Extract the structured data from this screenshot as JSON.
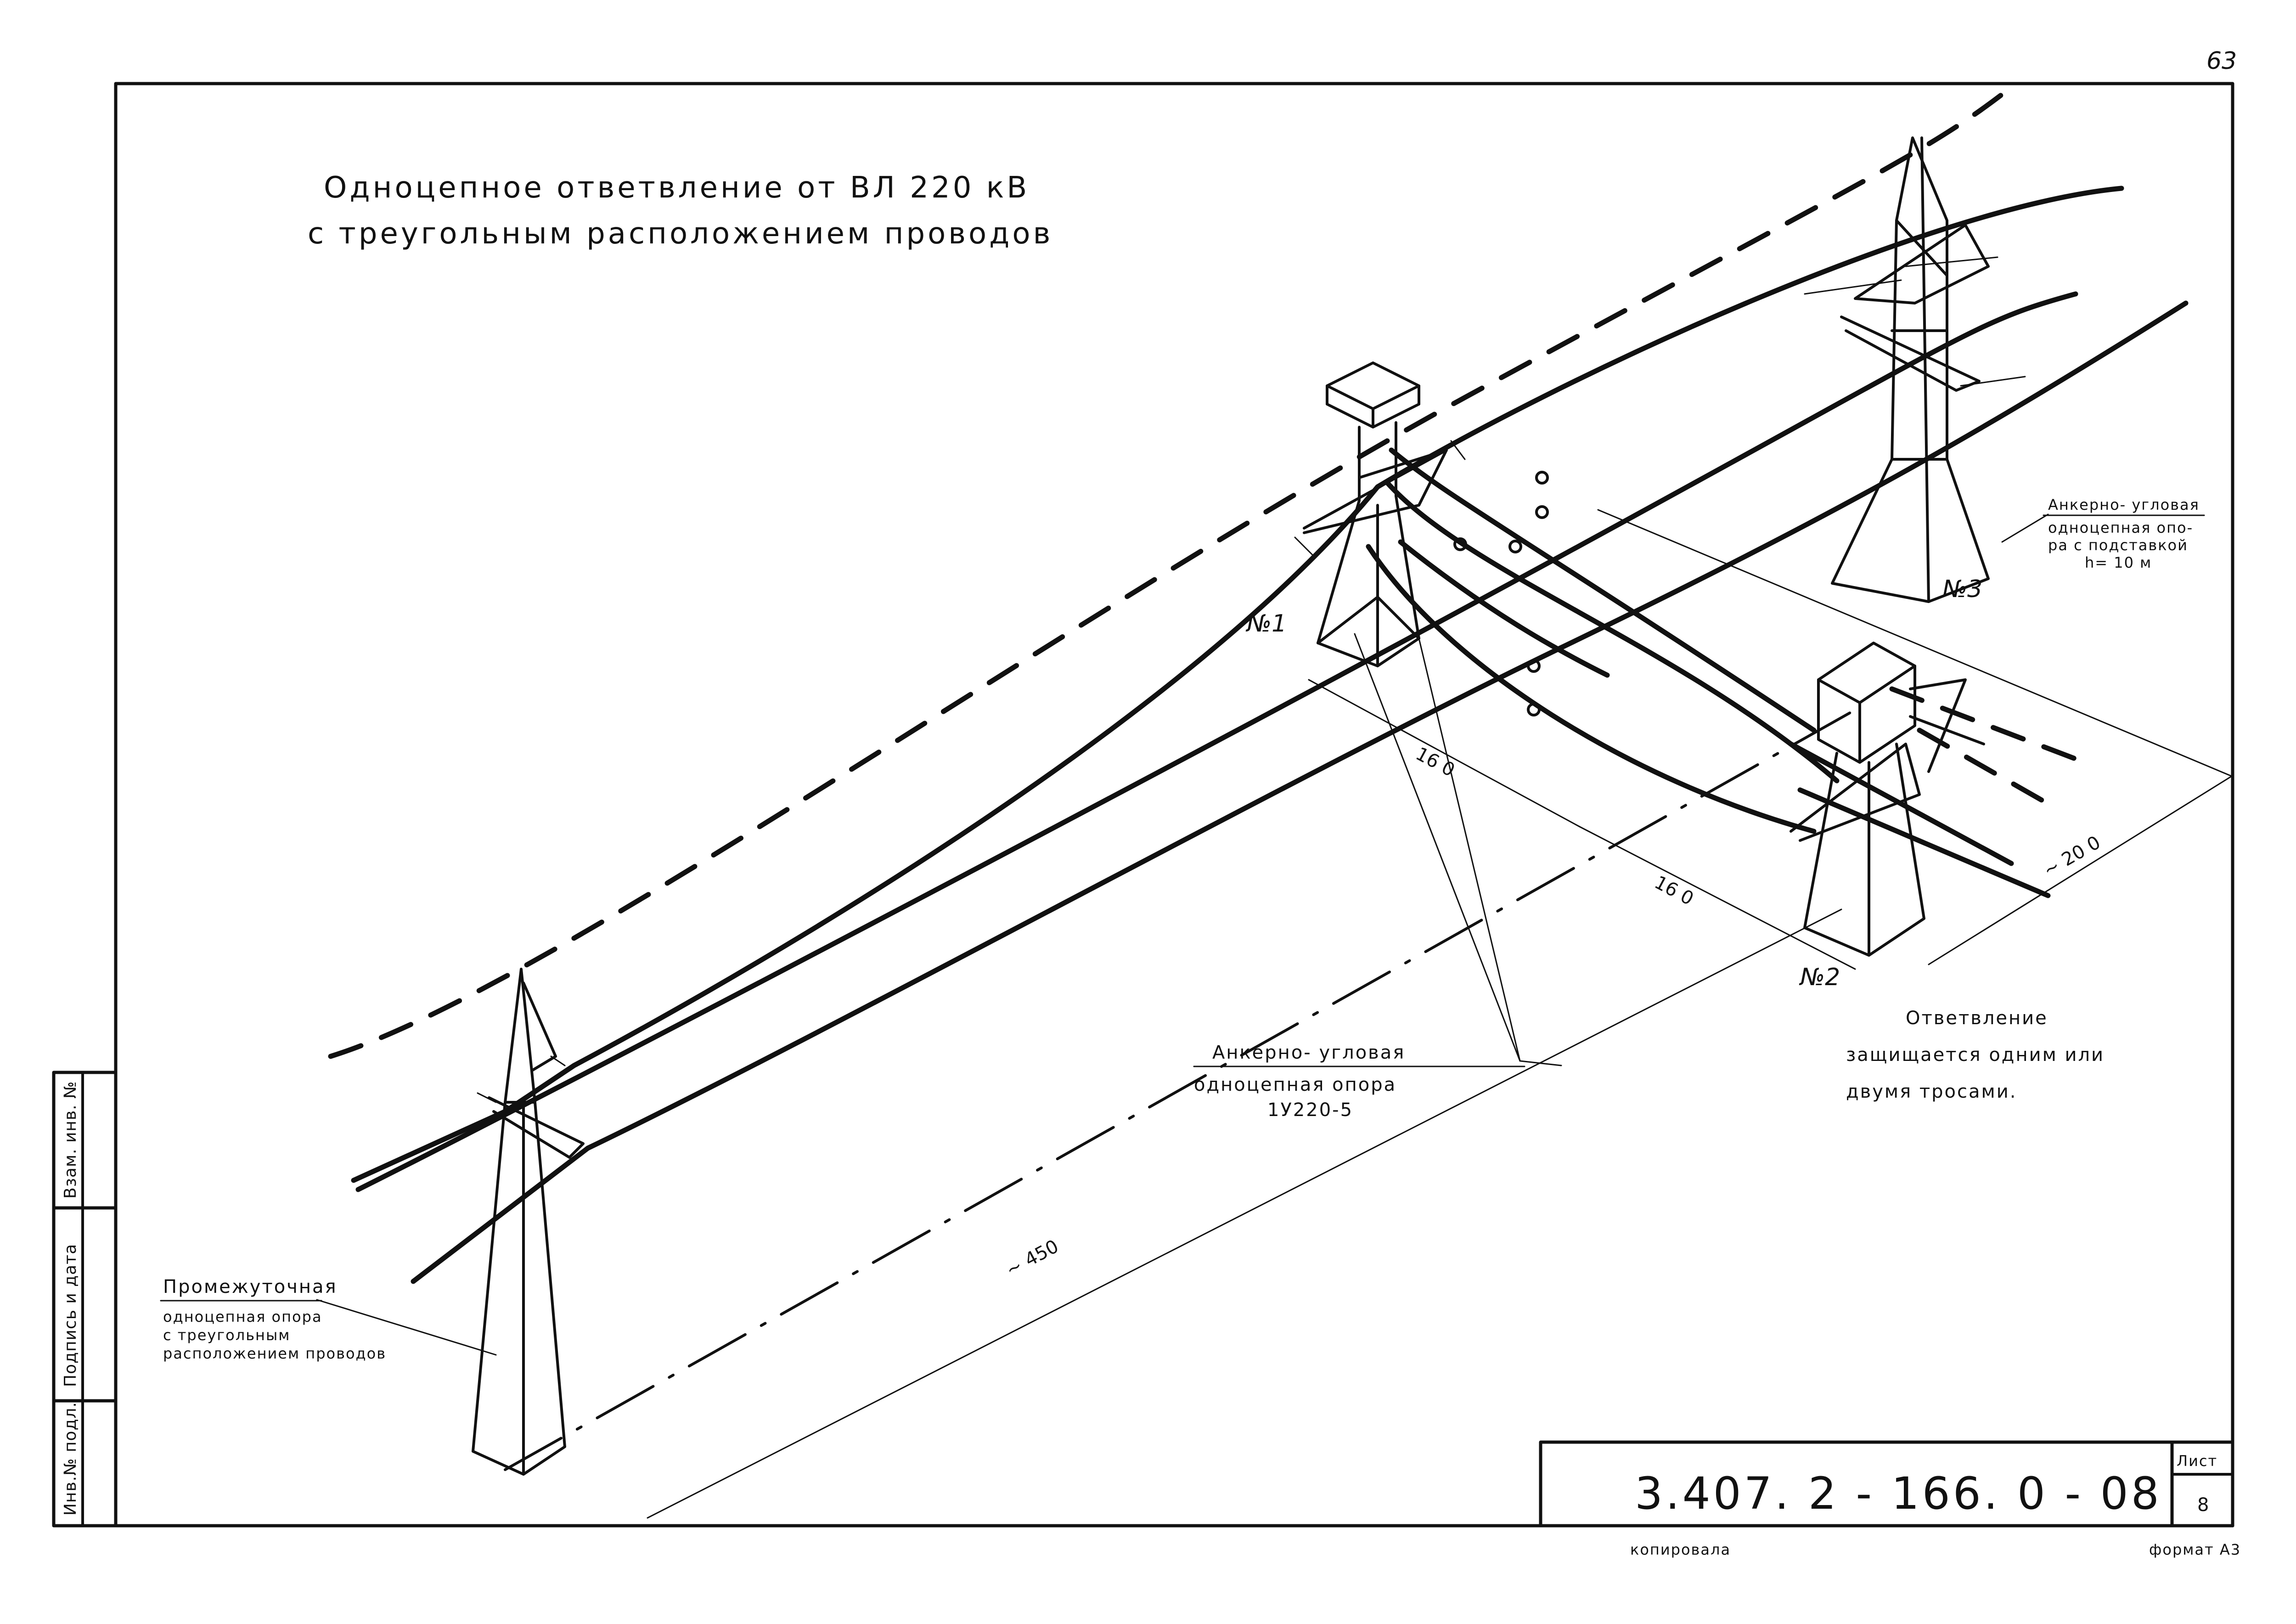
{
  "page_number": "63",
  "title": {
    "line1": "Одноцепное ответвление от ВЛ 220 кВ",
    "line2": "с треугольным расположением проводов"
  },
  "labels": {
    "tower_anchor_n3": {
      "line1": "Анкерно- угловая",
      "line2": "одноцепная опо-",
      "line3": "ра с подставкой",
      "line4": "h= 10 м"
    },
    "tower_anchor_main": {
      "line1": "Анкерно- угловая",
      "line2": "одноцепная опора",
      "line3": "1У220-5"
    },
    "tower_intermediate": {
      "line1": "Промежуточная",
      "line2": "одноцепная опора",
      "line3": "с треугольным",
      "line4": "расположением проводов"
    },
    "branch_note": {
      "line1": "Ответвление",
      "line2": "защищается одним или",
      "line3": "двумя тросами."
    }
  },
  "tower_numbers": {
    "n1": "№1",
    "n2": "№2",
    "n3": "№3"
  },
  "dimensions": {
    "d1": "16 0",
    "d2": "16 0",
    "d3": "~ 20 0",
    "d4": "~ 450"
  },
  "side_stamp": {
    "col1": "Инв.№ подл.",
    "col2": "Подпись и дата",
    "col3": "Взам. инв. №"
  },
  "title_block": {
    "document_code": "3.407. 2 - 166. 0 - 08",
    "sheet_label": "Лист",
    "sheet_number": "8"
  },
  "footer": {
    "copied": "копировала",
    "format": "формат А3"
  }
}
